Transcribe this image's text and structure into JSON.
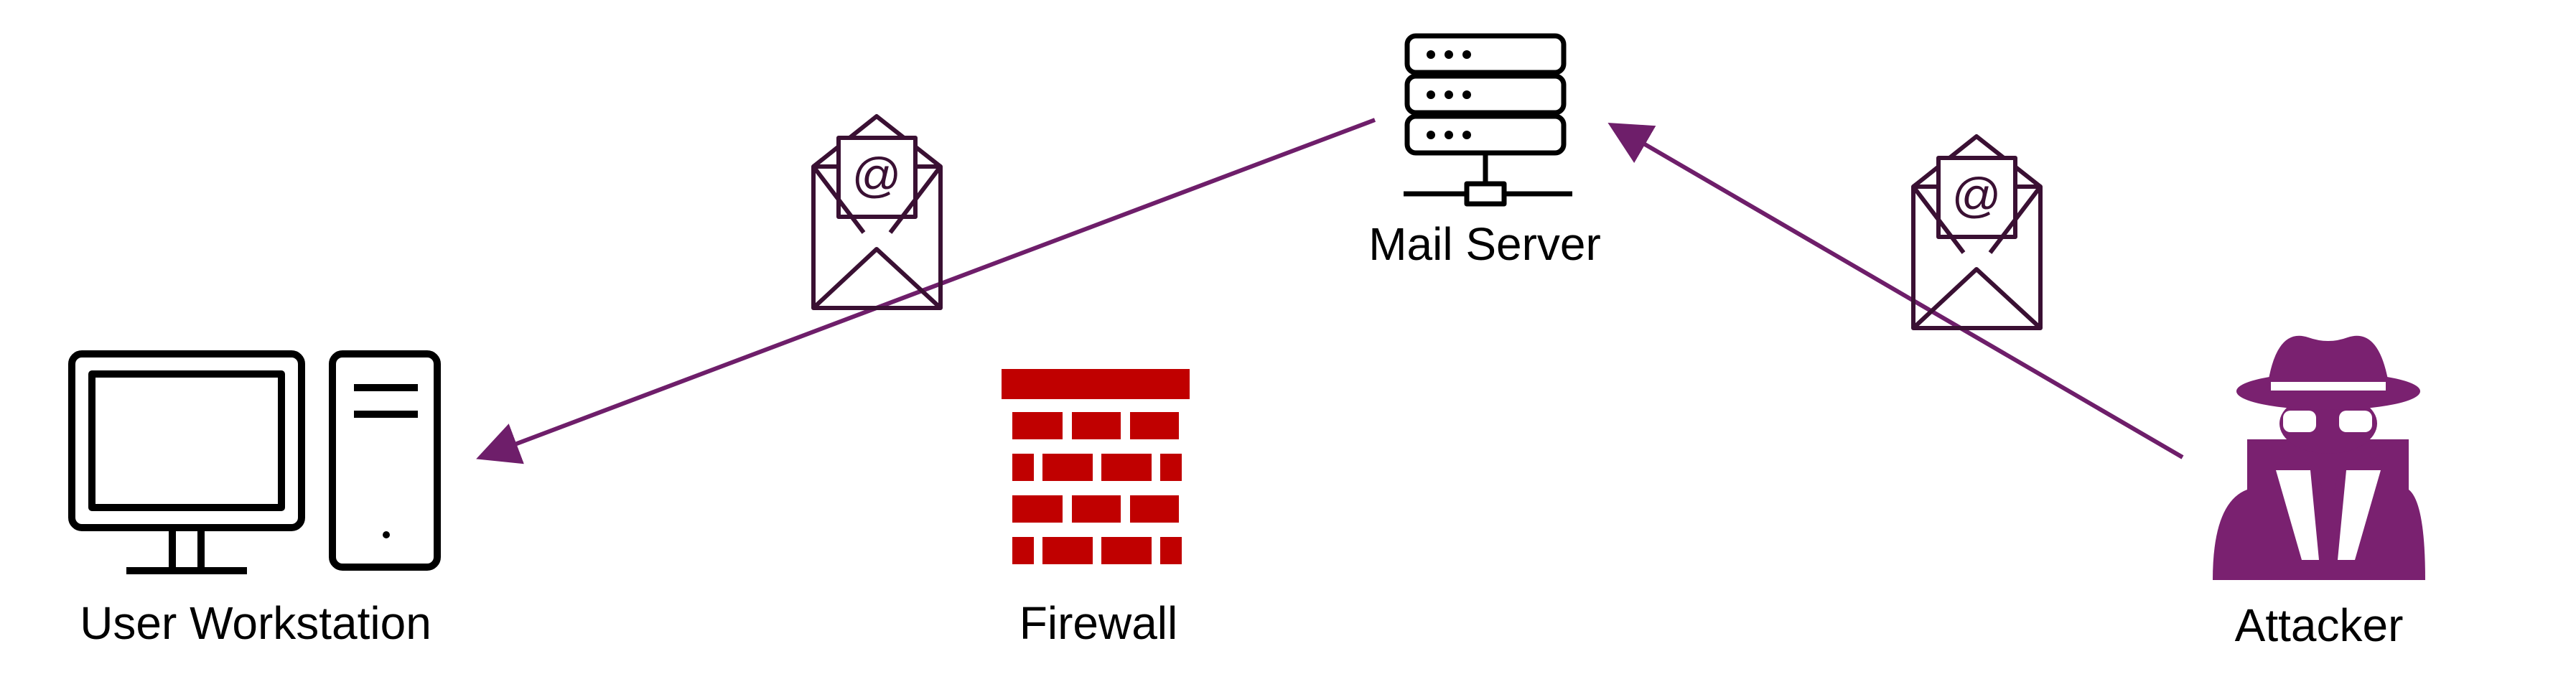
{
  "nodes": {
    "user_workstation": {
      "label": "User Workstation",
      "icon": "desktop-computer-icon"
    },
    "firewall": {
      "label": "Firewall",
      "icon": "brick-wall-icon"
    },
    "mail_server": {
      "label": "Mail Server",
      "icon": "server-stack-icon"
    },
    "attacker": {
      "label": "Attacker",
      "icon": "spy-hacker-icon"
    }
  },
  "edges": [
    {
      "from": "attacker",
      "to": "mail_server",
      "icon": "email-envelope-icon"
    },
    {
      "from": "mail_server",
      "to": "user_workstation",
      "icon": "email-envelope-icon"
    }
  ],
  "colors": {
    "arrow": "#6e1e6a",
    "attacker": "#7a2170",
    "firewall": "#c00000",
    "icon_outline": "#000000",
    "envelope": "#3a1033"
  }
}
